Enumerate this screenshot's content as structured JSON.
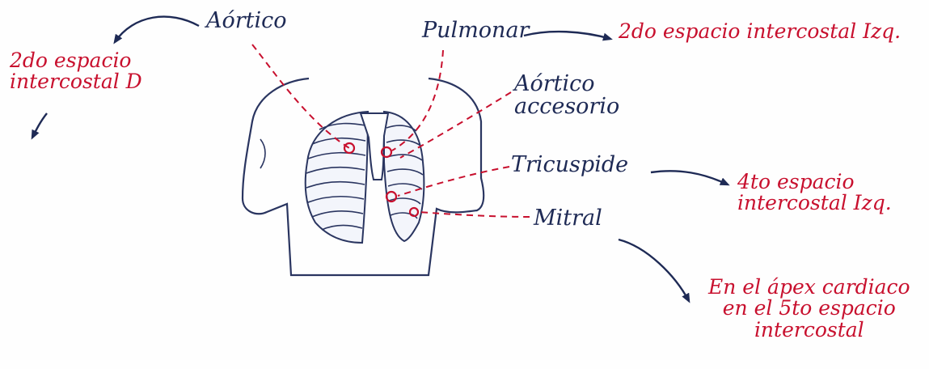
{
  "labels": {
    "aortico": "Aórtico",
    "pulmonar": "Pulmonar",
    "aortico_accesorio": "Aórtico\naccesorio",
    "tricuspide": "Tricuspide",
    "mitral": "Mitral"
  },
  "notes": {
    "aortico": "2do espacio\nintercostal D",
    "pulmonar": "2do espacio intercostal Izq.",
    "tricuspide": "4to espacio\nintercostal Izq.",
    "mitral": "En el ápex cardiaco\nen el 5to espacio\nintercostal"
  },
  "colors": {
    "ink": "#1e2a55",
    "red": "#c8102e",
    "body": "#2a3560"
  }
}
